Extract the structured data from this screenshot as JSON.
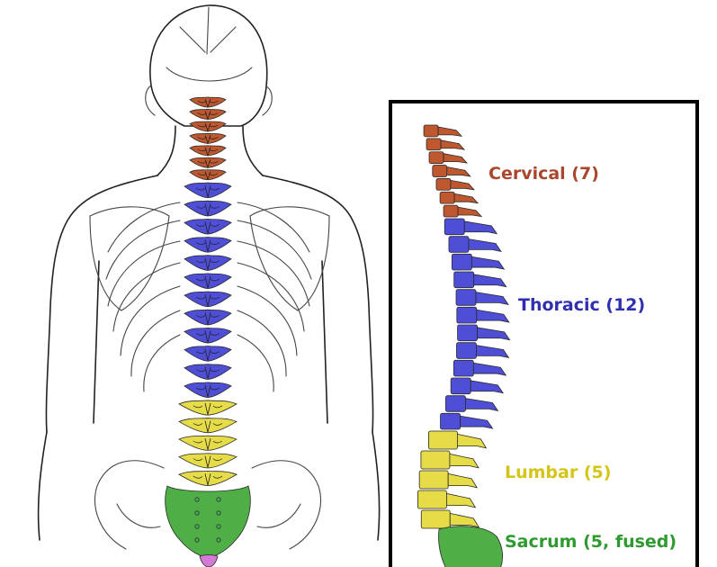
{
  "colors": {
    "cervical": "#c0582f",
    "thoracic": "#4e4fd6",
    "lumbar": "#e6dc48",
    "sacrum": "#4fae46",
    "coccyx": "#d47ad6"
  },
  "labels": {
    "cervical": "Cervical (7)",
    "thoracic": "Thoracic (12)",
    "lumbar": "Lumbar (5)",
    "sacrum": "Sacrum (5, fused)"
  },
  "label_colors": {
    "cervical": "#a8472c",
    "thoracic": "#2f2fb0",
    "lumbar": "#d4c514",
    "sacrum": "#2f9a2f"
  },
  "counts": {
    "cervical": 7,
    "thoracic": 12,
    "lumbar": 5,
    "sacrum": 5
  }
}
